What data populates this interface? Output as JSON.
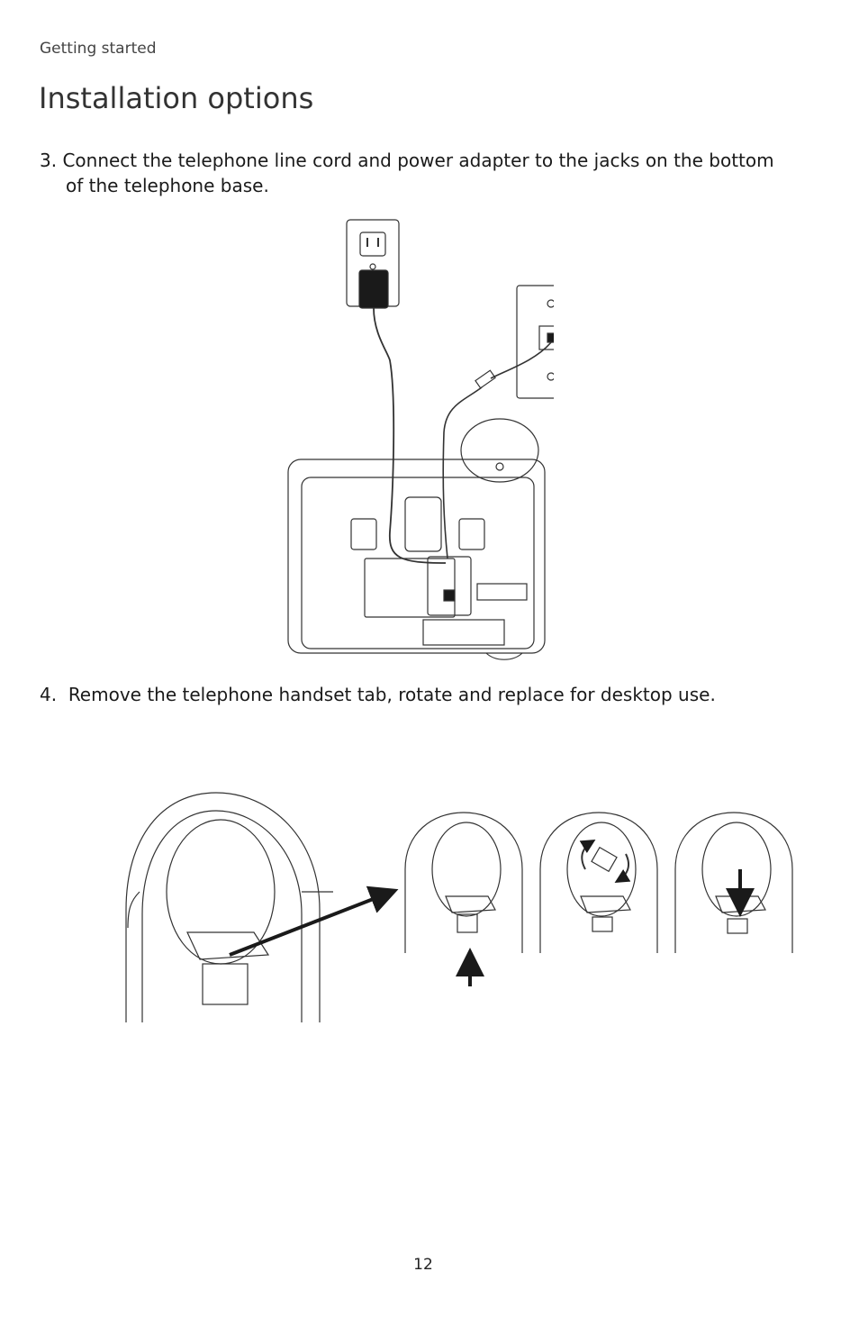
{
  "header": {
    "section": "Getting started"
  },
  "title": "Installation options",
  "steps": [
    {
      "number": "3.",
      "text_line1": "Connect the telephone line cord and power adapter to the jacks on the bottom",
      "text_line2": "of the telephone base."
    },
    {
      "number": "4.",
      "text": "Remove the telephone handset tab, rotate and replace for desktop use."
    }
  ],
  "footer": {
    "page_number": "12"
  }
}
